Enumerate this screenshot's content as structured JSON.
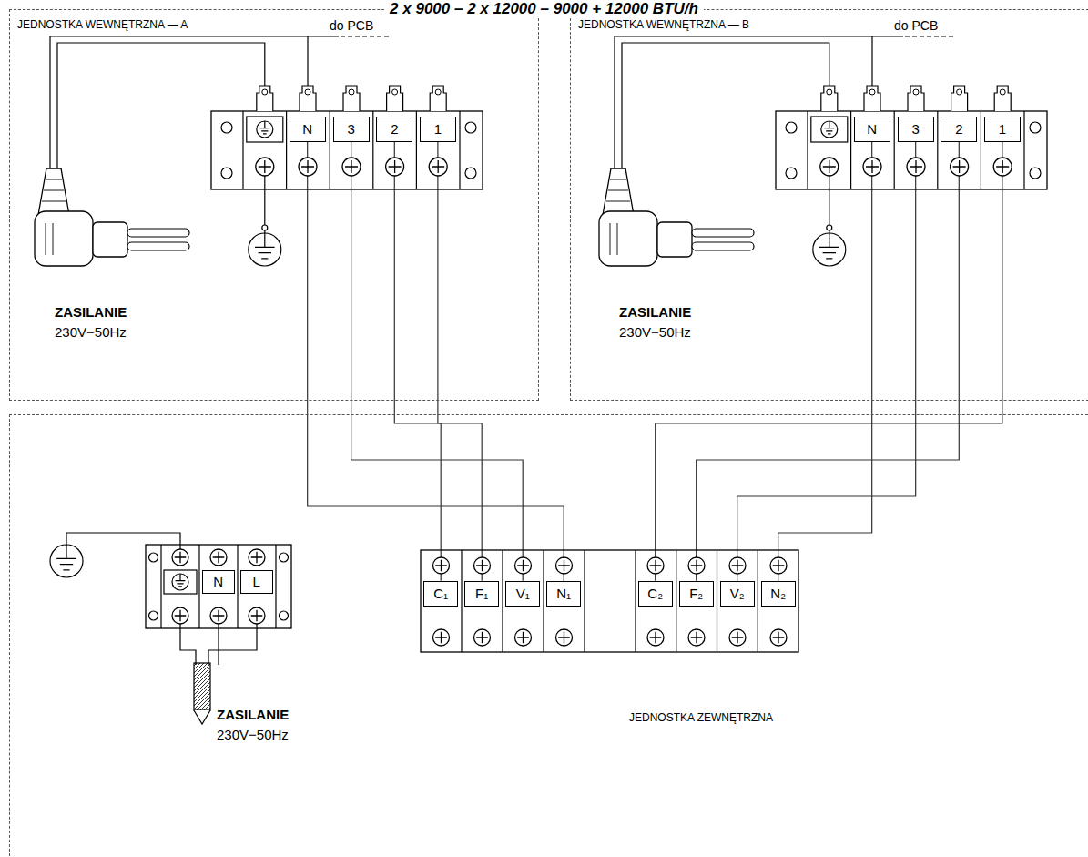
{
  "diagram": {
    "title": "2 x 9000 – 2 x 12000 – 9000 + 12000 BTU/h",
    "nodes": [
      {
        "text": [
          "JEDNOSTKA WEWNĘTRZNA — A"
        ]
      },
      {
        "text": [
          "N"
        ],
        "in": 0
      },
      {
        "text": [
          "3"
        ],
        "in": 0
      },
      {
        "text": [
          "2"
        ],
        "in": 0
      },
      {
        "text": [
          "1"
        ],
        "in": 0
      },
      {
        "text": [
          "JEDNOSTKA WEWNĘTRZNA — B"
        ]
      },
      {
        "text": [
          "N"
        ],
        "in": 5
      },
      {
        "text": [
          "3"
        ],
        "in": 5
      },
      {
        "text": [
          "2"
        ],
        "in": 5
      },
      {
        "text": [
          "1"
        ],
        "in": 5
      },
      {
        "text": [
          "JEDNOSTKA ZEWNĘTRZNA"
        ]
      },
      {
        "text": [
          "N"
        ],
        "in": 10
      },
      {
        "text": [
          "L"
        ],
        "in": 10
      },
      {
        "text": [
          "C₁"
        ],
        "in": 10
      },
      {
        "text": [
          "F₁"
        ],
        "in": 10
      },
      {
        "text": [
          "V₁"
        ],
        "in": 10
      },
      {
        "text": [
          "N₁"
        ],
        "in": 10
      },
      {
        "text": [
          "C₂"
        ],
        "in": 10
      },
      {
        "text": [
          "F₂"
        ],
        "in": 10
      },
      {
        "text": [
          "V₂"
        ],
        "in": 10
      },
      {
        "text": [
          "N₂"
        ],
        "in": 10
      }
    ],
    "edges": [
      {
        "from": 4,
        "to": 13,
        "arrow": "none"
      },
      {
        "from": 3,
        "to": 14,
        "arrow": "none"
      },
      {
        "from": 2,
        "to": 15,
        "arrow": "none"
      },
      {
        "from": 1,
        "to": 16,
        "arrow": "none"
      },
      {
        "from": 9,
        "to": 17,
        "arrow": "none"
      },
      {
        "from": 8,
        "to": 18,
        "arrow": "none"
      },
      {
        "from": 7,
        "to": 19,
        "arrow": "none"
      },
      {
        "from": 6,
        "to": 20,
        "arrow": "none"
      }
    ],
    "labels": [
      "do PCB",
      "ZASILANIE",
      "230V−50Hz",
      "do PCB",
      "ZASILANIE",
      "230V−50Hz",
      "ZASILANIE",
      "230V−50Hz"
    ]
  }
}
